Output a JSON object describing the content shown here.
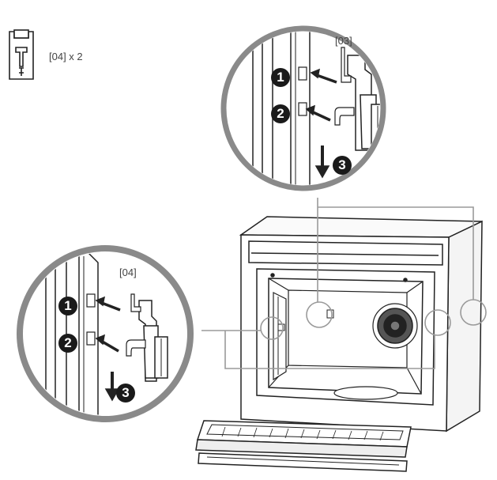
{
  "part_legend": {
    "icon": "hanger-clip-icon",
    "label": "[04] x 2"
  },
  "callouts": {
    "top": {
      "part_label": "[03]",
      "steps": [
        "1",
        "2",
        "3"
      ]
    },
    "left": {
      "part_label": "[04]",
      "steps": [
        "1",
        "2",
        "3"
      ]
    }
  },
  "colors": {
    "line": "#222222",
    "magnifier_ring": "#8a8a8a",
    "leader": "#9a9a9a",
    "step_badge": "#1a1a1a"
  }
}
